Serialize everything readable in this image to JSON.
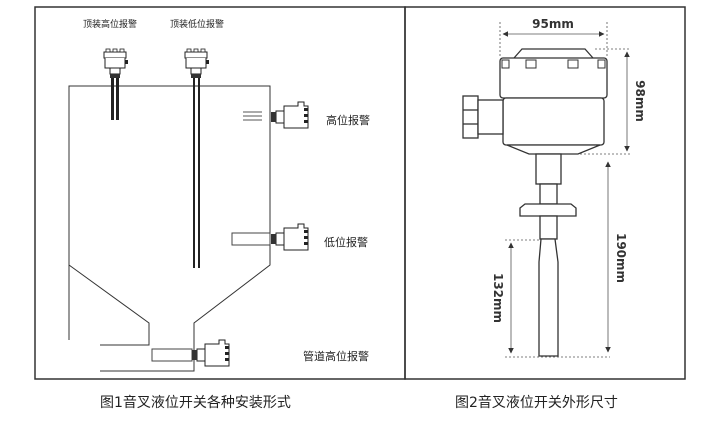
{
  "figure1": {
    "caption": "图1音叉液位开关各种安装形式",
    "labels": {
      "top_high": "顶装高位报警",
      "top_low": "顶装低位报警",
      "side_high": "高位报警",
      "side_low": "低位报警",
      "pipe_high": "管道高位报警"
    }
  },
  "figure2": {
    "caption": "图2音叉液位开关外形尺寸",
    "dimensions": {
      "width": "95mm",
      "head_height": "98mm",
      "probe_length": "190mm",
      "fork_length": "132mm"
    }
  }
}
